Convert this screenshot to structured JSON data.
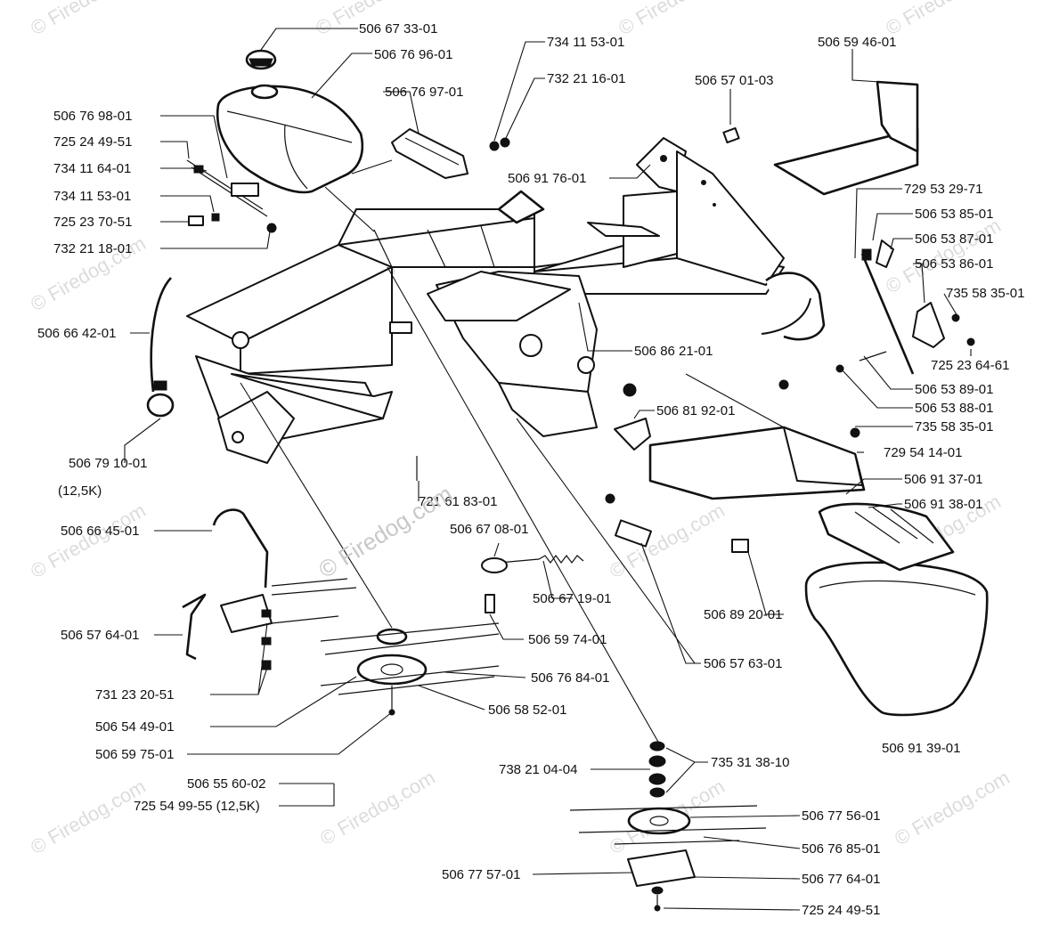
{
  "watermark": {
    "text": "© Firedog.com",
    "short": "© Firedog.com"
  },
  "labels": [
    {
      "id": "l01",
      "text": "506 67 33-01"
    },
    {
      "id": "l02",
      "text": "506 76 96-01"
    },
    {
      "id": "l03",
      "text": "506 76 98-01"
    },
    {
      "id": "l04",
      "text": "725 24 49-51"
    },
    {
      "id": "l05",
      "text": "734 11 64-01"
    },
    {
      "id": "l06",
      "text": "734 11 53-01"
    },
    {
      "id": "l07",
      "text": "725 23 70-51"
    },
    {
      "id": "l08",
      "text": "732 21 18-01"
    },
    {
      "id": "l09",
      "text": "506 76 97-01"
    },
    {
      "id": "l10",
      "text": "734 11 53-01"
    },
    {
      "id": "l11",
      "text": "732 21 16-01"
    },
    {
      "id": "l12",
      "text": "506 57 01-03"
    },
    {
      "id": "l13",
      "text": "506 59 46-01"
    },
    {
      "id": "l14",
      "text": "506 91 76-01"
    },
    {
      "id": "l15",
      "text": "729 53 29-71"
    },
    {
      "id": "l16",
      "text": "506 53 85-01"
    },
    {
      "id": "l17",
      "text": "506 53 87-01"
    },
    {
      "id": "l18",
      "text": "506 53 86-01"
    },
    {
      "id": "l19",
      "text": "735 58 35-01"
    },
    {
      "id": "l20",
      "text": "725 23 64-61"
    },
    {
      "id": "l21",
      "text": "506 53 89-01"
    },
    {
      "id": "l22",
      "text": "506 53 88-01"
    },
    {
      "id": "l23",
      "text": "735 58 35-01"
    },
    {
      "id": "l24",
      "text": "506 86 21-01"
    },
    {
      "id": "l25",
      "text": "506 81 92-01"
    },
    {
      "id": "l26",
      "text": "729 54 14-01"
    },
    {
      "id": "l27",
      "text": "506 91 37-01"
    },
    {
      "id": "l28",
      "text": "506 91 38-01"
    },
    {
      "id": "l29",
      "text": "506 66 42-01"
    },
    {
      "id": "l30",
      "text": "506 79 10-01"
    },
    {
      "id": "l31",
      "text": "(12,5K)"
    },
    {
      "id": "l32",
      "text": "721 61 83-01"
    },
    {
      "id": "l33",
      "text": "506 66 45-01"
    },
    {
      "id": "l34",
      "text": "506 67 08-01"
    },
    {
      "id": "l35",
      "text": "506 67 19-01"
    },
    {
      "id": "l36",
      "text": "506 89 20-01"
    },
    {
      "id": "l37",
      "text": "506 57 64-01"
    },
    {
      "id": "l38",
      "text": "506 59 74-01"
    },
    {
      "id": "l39",
      "text": "506 57 63-01"
    },
    {
      "id": "l40",
      "text": "506 76 84-01"
    },
    {
      "id": "l41",
      "text": "731 23 20-51"
    },
    {
      "id": "l42",
      "text": "506 54 49-01"
    },
    {
      "id": "l43",
      "text": "506 58 52-01"
    },
    {
      "id": "l44",
      "text": "506 59 75-01"
    },
    {
      "id": "l45",
      "text": "506 91 39-01"
    },
    {
      "id": "l46",
      "text": "738 21 04-04"
    },
    {
      "id": "l47",
      "text": "735 31 38-10"
    },
    {
      "id": "l48",
      "text": "506 55 60-02"
    },
    {
      "id": "l49",
      "text": "725 54 99-55 (12,5K)"
    },
    {
      "id": "l50",
      "text": "506 77 56-01"
    },
    {
      "id": "l51",
      "text": "506 76 85-01"
    },
    {
      "id": "l52",
      "text": "506 77 57-01"
    },
    {
      "id": "l53",
      "text": "506 77 64-01"
    },
    {
      "id": "l54",
      "text": "725 24 49-51"
    }
  ]
}
